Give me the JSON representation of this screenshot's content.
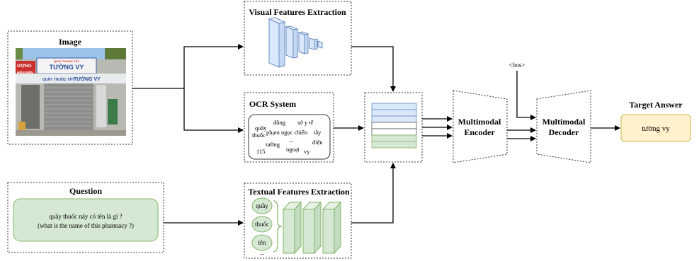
{
  "image_box": {
    "title": "Image"
  },
  "photo": {
    "sign_top": "QUẦY THUỐC TÂY",
    "sign_main": "TƯỜNG VY",
    "sign_left": "ƯỢNG",
    "sign_left2": "HIÊN BIÊN",
    "sign_lower": "QUẦY THUỐC TÂY",
    "sign_lower_main": "TƯỜNG VY"
  },
  "visual_box": {
    "title": "Visual Features Extraction"
  },
  "ocr_box": {
    "title": "OCR System",
    "tokens": [
      "đông",
      "sở y tế",
      "quầy",
      "thuốc",
      "phạm ngọc chiến",
      "tây",
      "...",
      "điện",
      "tường",
      "115",
      "ngoại",
      "vy"
    ]
  },
  "question_box": {
    "title": "Question",
    "text_vi": "quầy thuốc này có tên là gì ?",
    "text_en": "(what is the name of this pharmacy ?)"
  },
  "textual_box": {
    "title": "Textual Features Extraction",
    "tokens": [
      "quầy",
      "thuốc",
      "tên",
      "..."
    ]
  },
  "encoder": {
    "line1": "Multimodal",
    "line2": "Encoder"
  },
  "decoder": {
    "line1": "Multimodal",
    "line2": "Decoder",
    "bos": "<bos>"
  },
  "target": {
    "title": "Target Answer",
    "answer": "tường vy"
  },
  "colors": {
    "blue_fill": "#dae8fc",
    "blue_stroke": "#6c8ebf",
    "green_fill": "#d5e8d4",
    "green_stroke": "#82b366",
    "answer_fill": "#fff2cc",
    "answer_stroke": "#d6b656"
  }
}
